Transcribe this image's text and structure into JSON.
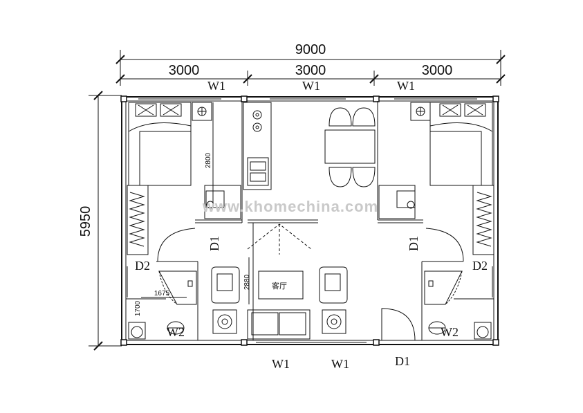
{
  "dimensions": {
    "total_width": "9000",
    "module_1": "3000",
    "module_2": "3000",
    "module_3": "3000",
    "total_depth": "5950",
    "kitchen_length": "2800",
    "living_length": "2880",
    "bath_width": "1675",
    "bath_depth": "1700"
  },
  "labels": {
    "window_top_left": "W1",
    "window_top_mid": "W1",
    "window_top_right": "W1",
    "window_bottom_left": "W1",
    "window_bottom_right": "W1",
    "door_entry": "D1",
    "door_bedroom_left": "D1",
    "door_bedroom_right": "D1",
    "door_bath_left": "D2",
    "door_bath_right": "D2",
    "bath_window_left": "W2",
    "bath_window_right": "W2",
    "living_room": "客厅"
  },
  "watermark": "www.khomechina.com",
  "colors": {
    "line": "#111111",
    "watermark": "#c9c9c9",
    "background": "#ffffff"
  }
}
